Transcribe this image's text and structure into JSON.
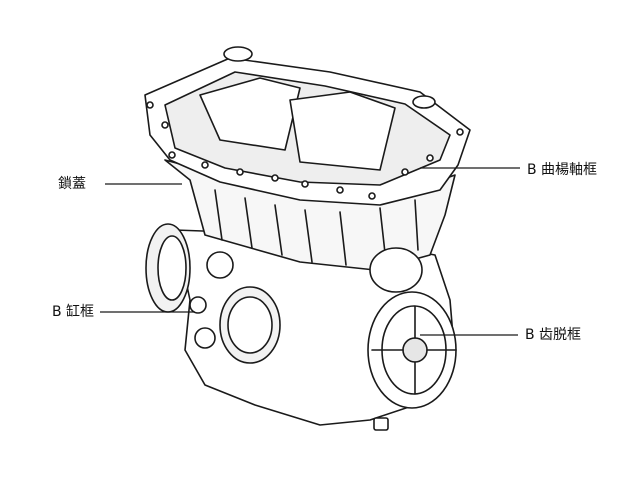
{
  "diagram": {
    "subject": "engine-block-line-drawing",
    "labels": {
      "top_left": "鎖蓋",
      "top_right": "B 曲楊軸框",
      "mid_left": "B 缸框",
      "mid_right": "B 齿脱框"
    },
    "colors": {
      "line": "#1a1a1a",
      "shade": "#e6e6e6",
      "background": "#ffffff"
    }
  }
}
